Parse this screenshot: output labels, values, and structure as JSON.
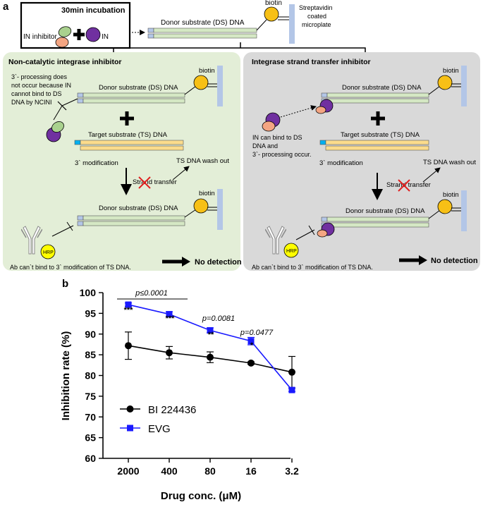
{
  "panel_a": {
    "label": "a",
    "top": {
      "incubation": "30min incubation",
      "in_inhibitor": "IN inhibitor",
      "in": "IN",
      "donor": "Donor substrate (DS) DNA",
      "biotin": "biotin",
      "streptavidin": [
        "Streptavidin",
        "coated",
        "microplate"
      ]
    },
    "left": {
      "title": "Non-catalytic integrase inhibitor",
      "explanation": [
        "3`- processing does",
        "not occur because IN",
        "cannot bind to DS",
        "DNA by NCINI"
      ],
      "donor": "Donor substrate (DS) DNA",
      "biotin": "biotin",
      "target": "Target substrate (TS) DNA",
      "modification": "3` modification",
      "strand_transfer": "Strand transfer",
      "wash_out": "TS DNA wash out",
      "donor2": "Donor substrate (DS) DNA",
      "biotin2": "biotin",
      "hrp": "HRP",
      "ab_note": "Ab can`t bind to 3` modification of TS DNA.",
      "no_detection": "No detection"
    },
    "right": {
      "title": "Integrase strand transfer inhibitor",
      "donor": "Donor substrate (DS) DNA",
      "biotin": "biotin",
      "explanation": [
        "IN can bind to DS",
        "DNA and",
        "3`- processing occur."
      ],
      "target": "Target substrate (TS) DNA",
      "modification": "3` modification",
      "strand_transfer": "Strand transfer",
      "wash_out": "TS DNA wash out",
      "donor2": "Donor substrate (DS) DNA",
      "biotin2": "biotin",
      "hrp": "HRP",
      "ab_note": "Ab can`t bind to 3` modification of TS DNA.",
      "no_detection": "No detection"
    }
  },
  "panel_b": {
    "label": "b",
    "pvalues": [
      "p≤0.0001",
      "p=0.0081",
      "p=0.0477"
    ],
    "stars": [
      "***",
      "***",
      "**",
      "*"
    ]
  },
  "colors": {
    "left_bg": "#e3eed7",
    "right_bg": "#d9d9d9",
    "dna_green": "#d5e8c4",
    "dna_yellow": "#fbdc8c",
    "biotin": "#f7c016",
    "plate": "#b3c6e7",
    "in_purple": "#7030a0",
    "inhibitor_green": "#a9d18e",
    "inhibitor_orange": "#f4a582",
    "hrp": "#ffff00",
    "evg": "#1a1aff",
    "bi": "#000000",
    "cross": "#e02020"
  },
  "chart_data": {
    "type": "line",
    "xlabel": "Drug conc. (μM)",
    "ylabel": "Inhibition rate (%)",
    "categories": [
      "2000",
      "400",
      "80",
      "16",
      "3.2"
    ],
    "ylim": [
      60,
      100
    ],
    "yticks": [
      60,
      65,
      70,
      75,
      80,
      85,
      90,
      95,
      100
    ],
    "grid": false,
    "legend_position": "bottom-left",
    "series": [
      {
        "name": "BI 224436",
        "values": [
          87.2,
          85.5,
          84.4,
          83.0,
          80.8
        ],
        "errors": [
          3.3,
          1.5,
          1.3,
          0.3,
          3.8
        ],
        "color": "#000000",
        "marker": "circle"
      },
      {
        "name": "EVG",
        "values": [
          97.1,
          94.8,
          90.9,
          88.3,
          76.5
        ],
        "errors": [
          0.4,
          0.6,
          0.6,
          0.9,
          0.4
        ],
        "color": "#1a1aff",
        "marker": "square"
      }
    ]
  }
}
